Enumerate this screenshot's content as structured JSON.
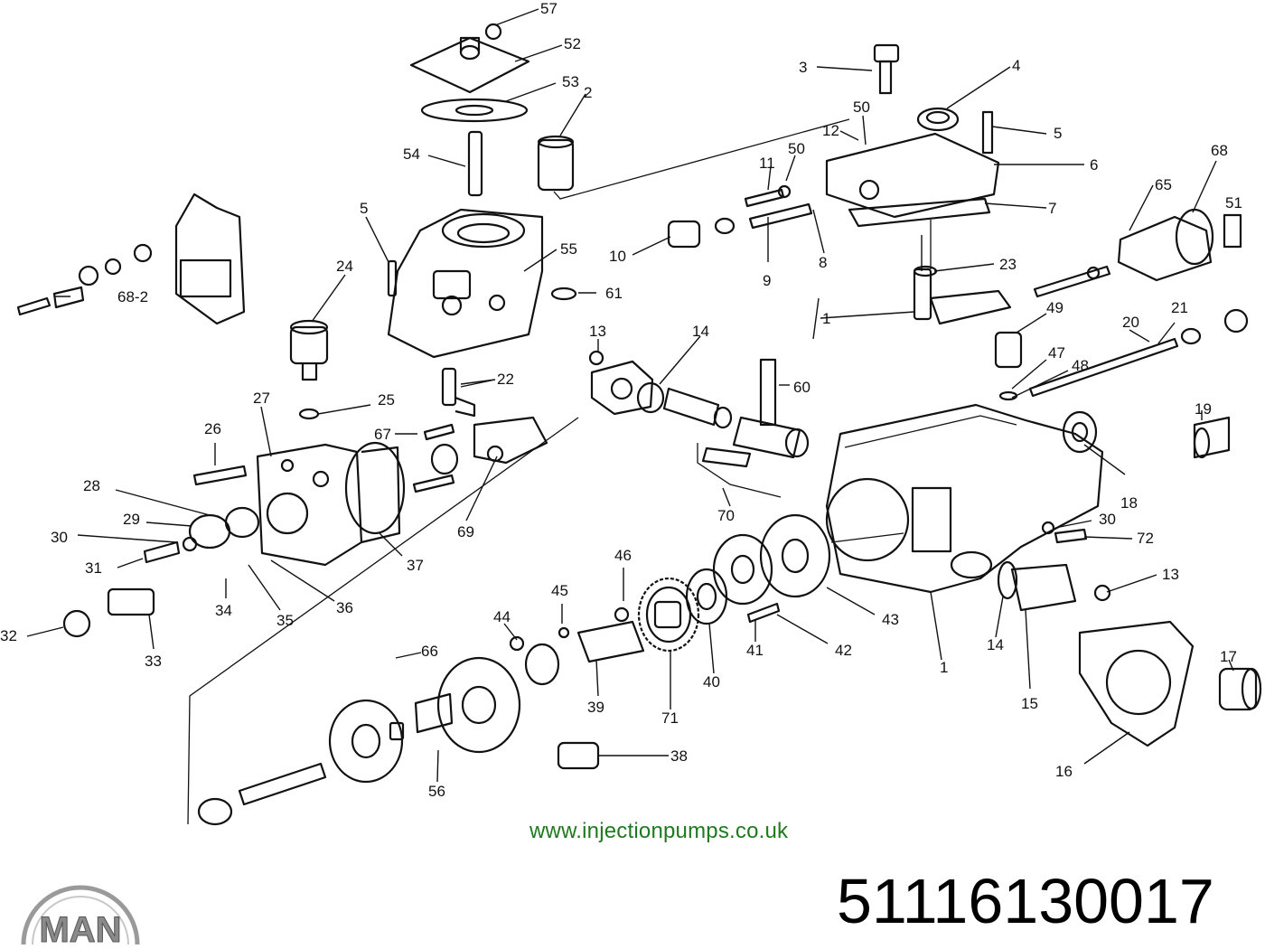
{
  "diagram": {
    "part_labels": [
      "57",
      "52",
      "53",
      "2",
      "54",
      "3",
      "4",
      "50",
      "12",
      "5",
      "6",
      "11",
      "50",
      "68",
      "65",
      "51",
      "7",
      "10",
      "9",
      "8",
      "23",
      "55",
      "61",
      "5",
      "24",
      "68-2",
      "22",
      "1",
      "49",
      "21",
      "20",
      "13",
      "14",
      "47",
      "48",
      "60",
      "25",
      "22",
      "27",
      "26",
      "67",
      "19",
      "28",
      "29",
      "30",
      "31",
      "32",
      "33",
      "34",
      "35",
      "36",
      "37",
      "69",
      "70",
      "18",
      "30",
      "72",
      "46",
      "13",
      "45",
      "44",
      "43",
      "42",
      "41",
      "14",
      "40",
      "1",
      "66",
      "71",
      "39",
      "15",
      "16",
      "17",
      "38",
      "56"
    ]
  },
  "website": "www.injectionpumps.co.uk",
  "part_number": "51116130017",
  "brand": "MAN"
}
